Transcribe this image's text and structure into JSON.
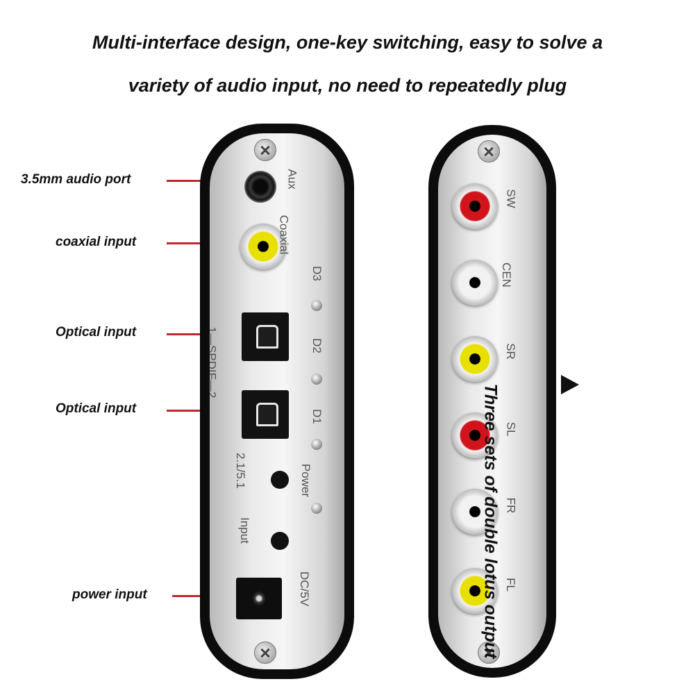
{
  "headline": {
    "line1": "Multi-interface design, one-key switching, easy to solve a",
    "line2": "variety of audio input, no need to repeatedly plug"
  },
  "callouts": {
    "aux": "3.5mm audio port",
    "coaxial": "coaxial input",
    "optical_top": "Optical input",
    "optical_bottom": "Optical input",
    "power": "power input"
  },
  "left_panel": {
    "aux_label": "Aux",
    "coaxial_label": "Coaxial",
    "spdif_label": "1—SPDIF—2",
    "led_d3": "D3",
    "led_d2": "D2",
    "led_d1": "D1",
    "mode_button_label": "2.1/5.1",
    "power_led_label": "Power",
    "input_button_label": "Input",
    "dc_label": "DC/5V"
  },
  "right_panel": {
    "outputs": [
      {
        "label": "SW",
        "color": "#d1141b"
      },
      {
        "label": "CEN",
        "color": "#f2f2f2"
      },
      {
        "label": "SR",
        "color": "#e8e000"
      },
      {
        "label": "SL",
        "color": "#d1141b"
      },
      {
        "label": "FR",
        "color": "#f2f2f2"
      },
      {
        "label": "FL",
        "color": "#e8e000"
      }
    ],
    "output_caption": "Three sets of double lotus output"
  },
  "colors": {
    "leader": "#c0272d",
    "coaxial_ring": "#e8e000"
  },
  "icons": {
    "screw": "screw-icon",
    "pointer": "arrowhead-icon"
  }
}
